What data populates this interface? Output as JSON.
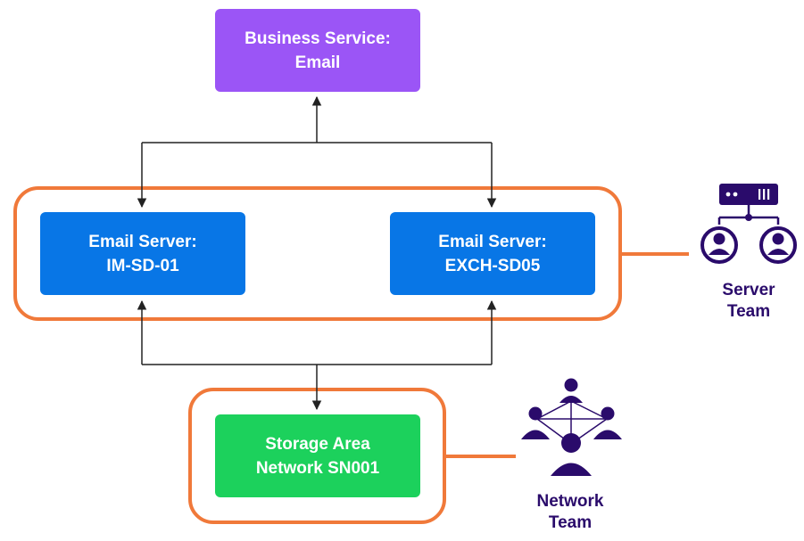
{
  "nodes": {
    "business_service": {
      "line1": "Business Service:",
      "line2": "Email"
    },
    "email_server_1": {
      "line1": "Email Server:",
      "line2": "IM-SD-01"
    },
    "email_server_2": {
      "line1": "Email Server:",
      "line2": "EXCH-SD05"
    },
    "storage": {
      "line1": "Storage Area",
      "line2": "Network SN001"
    }
  },
  "teams": {
    "server": {
      "line1": "Server",
      "line2": "Team",
      "icon": "server-team-icon"
    },
    "network": {
      "line1": "Network",
      "line2": "Team",
      "icon": "network-team-icon"
    }
  },
  "colors": {
    "business_service": "#9b55f6",
    "email_server": "#0876e6",
    "storage": "#1cd15c",
    "group_outline": "#f0793a",
    "team": "#2a0b6b",
    "connector": "#222222"
  }
}
